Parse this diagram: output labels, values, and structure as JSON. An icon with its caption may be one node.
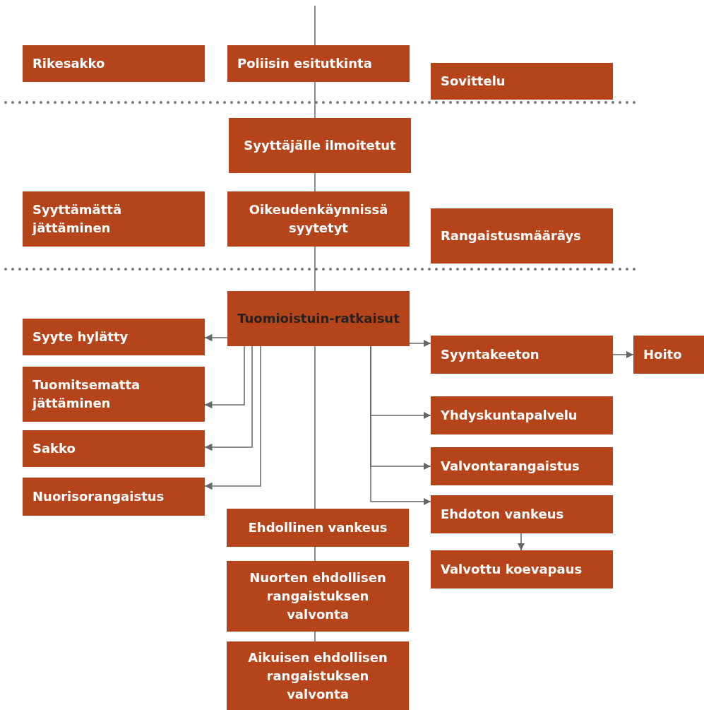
{
  "diagram": {
    "nodes": [
      {
        "text": [
          "Rikesakko"
        ]
      },
      {
        "text": [
          "Poliisin esitutkinta"
        ]
      },
      {
        "text": [
          "Sovittelu"
        ]
      },
      {
        "text": [
          "Syyttäjälle ilmoitetut"
        ]
      },
      {
        "text": [
          "Syyttämättä jättäminen"
        ]
      },
      {
        "text": [
          "Oikeudenkäynnissä syytetyt"
        ]
      },
      {
        "text": [
          "Rangaistusmääräys"
        ]
      },
      {
        "text": [
          "Tuomioistuin-ratkaisut"
        ]
      },
      {
        "text": [
          "Syyte hylätty"
        ]
      },
      {
        "text": [
          "Syyntakeeton"
        ]
      },
      {
        "text": [
          "Hoito"
        ]
      },
      {
        "text": [
          "Tuomitsematta jättäminen"
        ]
      },
      {
        "text": [
          "Yhdyskuntapalvelu"
        ]
      },
      {
        "text": [
          "Sakko"
        ]
      },
      {
        "text": [
          "Valvontarangaistus"
        ]
      },
      {
        "text": [
          "Nuorisorangaistus"
        ]
      },
      {
        "text": [
          "Ehdoton vankeus"
        ]
      },
      {
        "text": [
          "Ehdollinen vankeus"
        ]
      },
      {
        "text": [
          "Valvottu koevapaus"
        ]
      },
      {
        "text": [
          "Nuorten ehdollisen rangaistuksen valvonta"
        ]
      },
      {
        "text": [
          "Aikuisen ehdollisen rangaistuksen valvonta"
        ]
      }
    ],
    "edges": [
      {
        "from": null,
        "to": 1,
        "arrow": "none"
      },
      {
        "from": 1,
        "to": 3,
        "arrow": "none"
      },
      {
        "from": 3,
        "to": 5,
        "arrow": "none"
      },
      {
        "from": 5,
        "to": 7,
        "arrow": "none"
      },
      {
        "from": 7,
        "to": 17,
        "arrow": "none"
      },
      {
        "from": 17,
        "to": 19,
        "arrow": "none"
      },
      {
        "from": 19,
        "to": 20,
        "arrow": "none"
      },
      {
        "from": 7,
        "to": 8,
        "arrow": "to"
      },
      {
        "from": 7,
        "to": 9,
        "arrow": "to"
      },
      {
        "from": 9,
        "to": 10,
        "arrow": "to"
      },
      {
        "from": 7,
        "to": 11,
        "arrow": "to"
      },
      {
        "from": 7,
        "to": 13,
        "arrow": "to"
      },
      {
        "from": 7,
        "to": 15,
        "arrow": "to"
      },
      {
        "from": 7,
        "to": 12,
        "arrow": "to"
      },
      {
        "from": 7,
        "to": 14,
        "arrow": "to"
      },
      {
        "from": 7,
        "to": 16,
        "arrow": "to"
      },
      {
        "from": 16,
        "to": 18,
        "arrow": "to"
      }
    ]
  }
}
